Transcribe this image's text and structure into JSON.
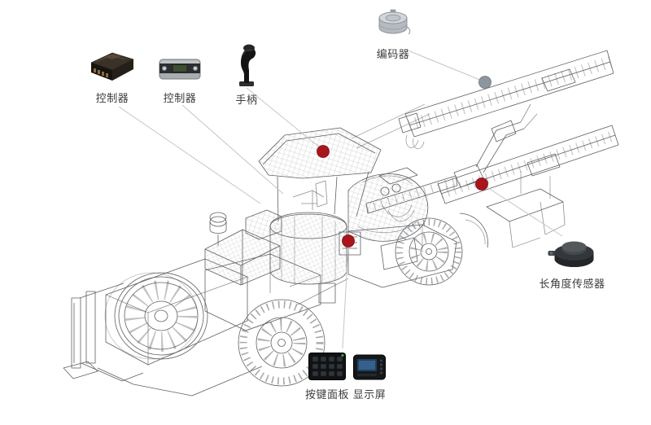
{
  "colors": {
    "marker_red": "#a8161c",
    "marker_gray": "#8d969d",
    "leader_line": "#c6c6c6",
    "wireframe": "#54575b",
    "label_text": "#3c3c3c",
    "background": "#ffffff"
  },
  "callouts": [
    {
      "id": "controller-1",
      "label": "控制器"
    },
    {
      "id": "controller-2",
      "label": "控制器"
    },
    {
      "id": "handle",
      "label": "手柄"
    },
    {
      "id": "encoder",
      "label": "编码器"
    },
    {
      "id": "angle-sensor",
      "label": "长角度传感器"
    },
    {
      "id": "keypad",
      "label": "按键面板"
    },
    {
      "id": "display",
      "label": "显示屏"
    }
  ]
}
